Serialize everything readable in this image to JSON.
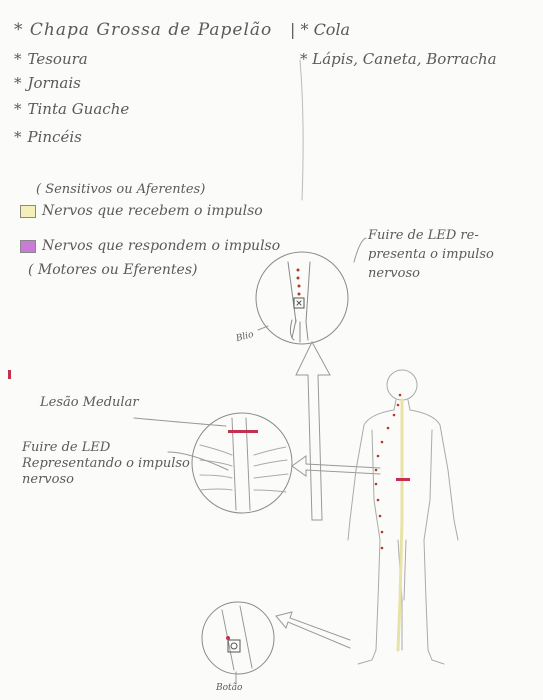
{
  "materials": {
    "title": "* Chapa Grossa de Papelão",
    "items": [
      {
        "bullet": "*",
        "label": "Tesoura"
      },
      {
        "bullet": "*",
        "label": "Jornais"
      },
      {
        "bullet": "*",
        "label": "Tinta Guache"
      },
      {
        "bullet": "*",
        "label": "Pincéis"
      }
    ],
    "right_items": [
      "| * Cola",
      "* Lápis, Caneta, Borracha"
    ]
  },
  "legend": {
    "note_sensory": "( Sensitivos ou Aferentes)",
    "sensory_label": "Nervos que recebem o impulso",
    "sensory_color": "#f5f0b8",
    "motor_label": "Nervos que respondem o impulso",
    "motor_color": "#c97bd6",
    "note_motor": "( Motores ou Eferentes)"
  },
  "annotations": {
    "led_top": "Fuire de LED re- presenta o impulso nervoso",
    "blio": "Blio",
    "lesao": "Lesão Medular",
    "led_mid": "Fuire de LED Representando o impulso nervoso",
    "botao": "Botão"
  },
  "colors": {
    "pencil": "#8a8a8a",
    "red_dots": "#b13a2a",
    "spine_yellow": "#e9e2a6",
    "lesion_red": "#c63050"
  }
}
